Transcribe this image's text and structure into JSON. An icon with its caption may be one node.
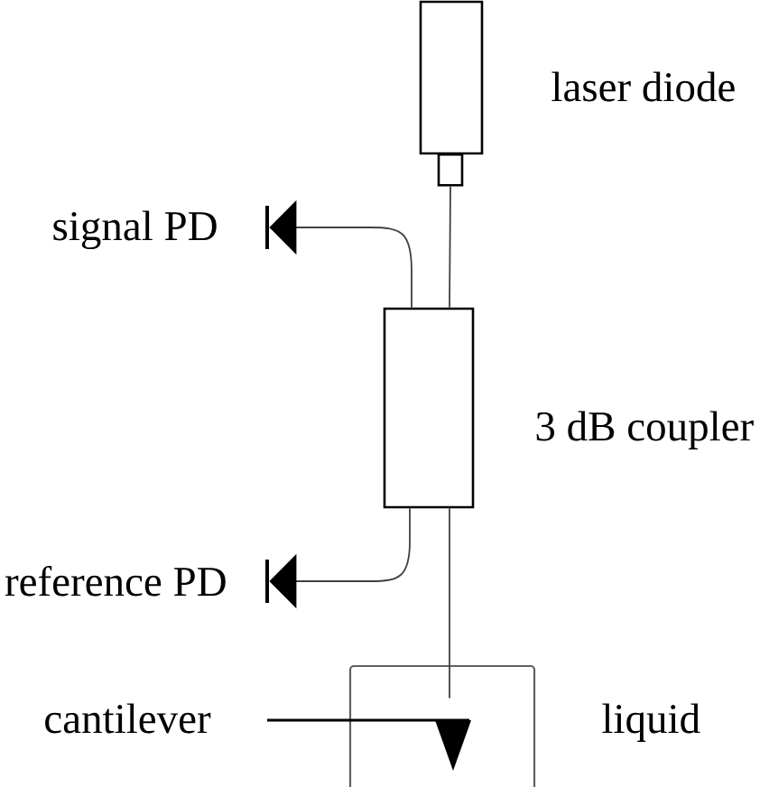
{
  "diagram": {
    "nodes": [
      {
        "text": [],
        "shape": "box",
        "beside": [
          "laser diode"
        ]
      },
      {
        "text": [],
        "shape": "bar",
        "beside": [
          "signal PD"
        ]
      },
      {
        "text": [],
        "shape": "box",
        "beside": [
          "3 dB coupler"
        ]
      },
      {
        "text": [],
        "shape": "bar",
        "beside": [
          "reference PD"
        ]
      },
      {
        "text": [],
        "shape": "box",
        "beside": [
          "liquid"
        ]
      }
    ],
    "edges": [
      {
        "from": 0,
        "to": 2,
        "arrow": "none"
      },
      {
        "from": 2,
        "to": 1,
        "arrow": "to"
      },
      {
        "from": 2,
        "to": 3,
        "arrow": "to"
      },
      {
        "from": 2,
        "to": 4,
        "arrow": "none"
      }
    ],
    "labels": [
      "cantilever"
    ]
  }
}
